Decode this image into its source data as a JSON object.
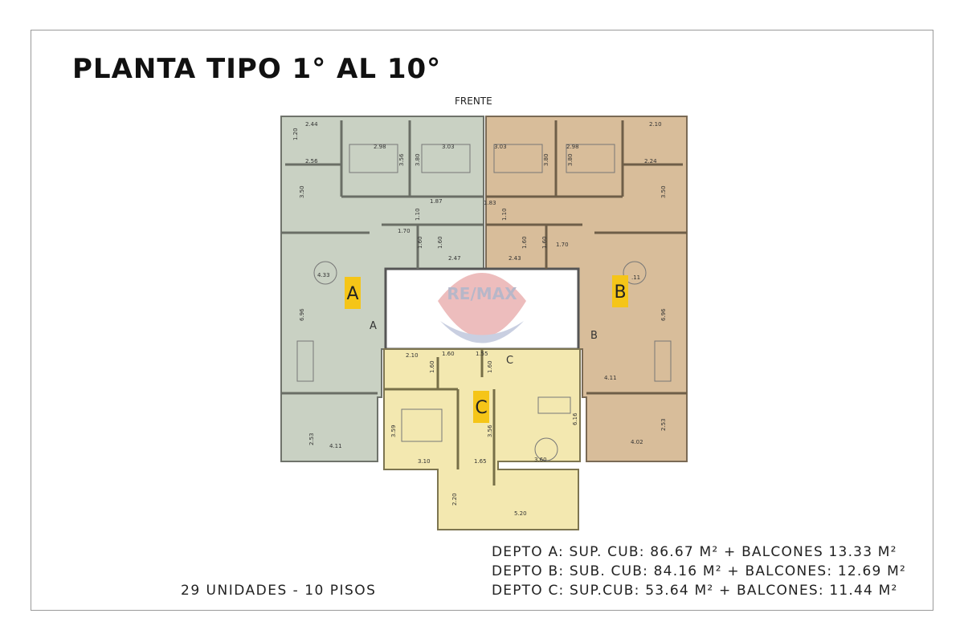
{
  "title": "PLANTA TIPO 1° AL 10°",
  "frente": "FRENTE",
  "summary": "29 UNIDADES - 10 PISOS",
  "units": {
    "a": {
      "badge": "A",
      "door": "A",
      "color": "#c9d1c3"
    },
    "b": {
      "badge": "B",
      "door": "B",
      "color": "#d8bd9a"
    },
    "c": {
      "badge": "C",
      "door": "C",
      "color": "#f3e8b0"
    }
  },
  "watermark": "RE/MAX",
  "dims": {
    "a1": "2.44",
    "a2": "1.20",
    "a3": "2.98",
    "a4": "3.03",
    "a5": "2.56",
    "a6": "3.50",
    "a7": "3.56",
    "a8": "3.80",
    "a9": "1.87",
    "a10": "1.10",
    "a11": "1.70",
    "a12": "1.60",
    "a13": "1.60",
    "a14": "2.47",
    "a15": "4.33",
    "a16": "6.96",
    "a17": "2.53",
    "a18": "4.11",
    "b1": "3.03",
    "b2": "2.98",
    "b3": "2.10",
    "b4": "2.24",
    "b5": "3.80",
    "b6": "3.80",
    "b7": "1.83",
    "b8": "1.10",
    "b9": "1.60",
    "b10": "1.60",
    "b11": "1.70",
    "b12": "2.43",
    "b13": "3.50",
    "b14": ".11",
    "b15": "6.96",
    "b16": "4.11",
    "b17": "2.53",
    "b18": "4.02",
    "c1": "2.10",
    "c2": "1.60",
    "c3": "1.55",
    "c4": "1.60",
    "c5": "1.60",
    "c6": "3.59",
    "c7": "3.56",
    "c8": "6.16",
    "c9": "3.10",
    "c10": "1.65",
    "c11": "3.60",
    "c12": "2.20",
    "c13": "5.20"
  },
  "specs": [
    "DEPTO A: SUP. CUB: 86.67 M² + BALCONES 13.33 M²",
    "DEPTO B: SUB. CUB: 84.16 M² + BALCONES: 12.69 M²",
    "DEPTO C: SUP.CUB: 53.64 M² + BALCONES: 11.44 M²"
  ]
}
